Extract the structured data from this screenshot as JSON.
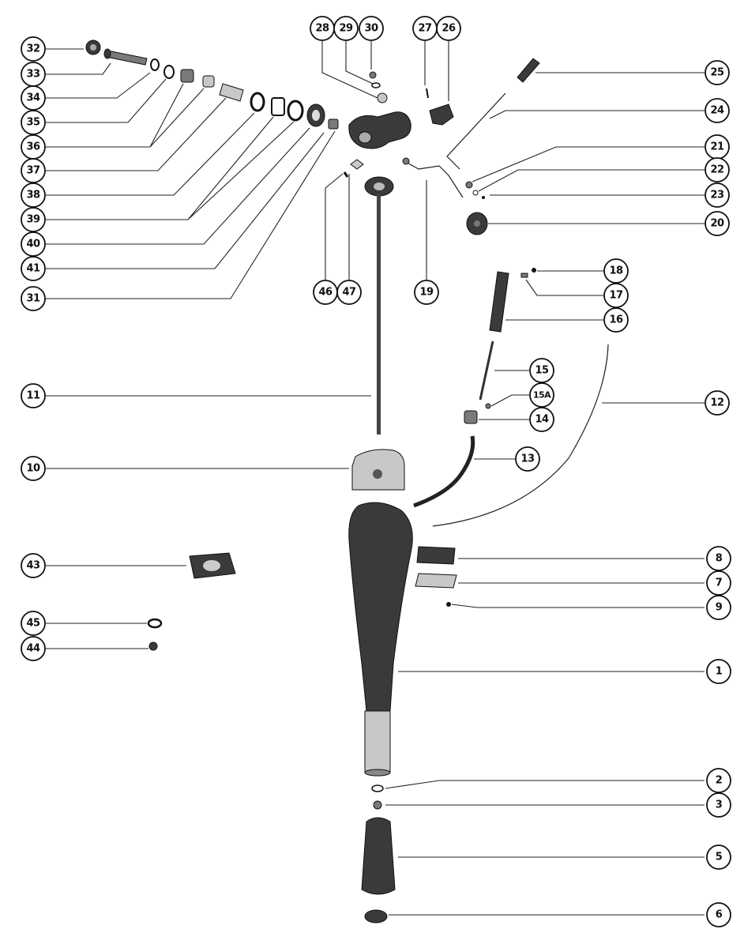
{
  "diagram": {
    "callouts": [
      {
        "id": "c32",
        "label": "32"
      },
      {
        "id": "c33",
        "label": "33"
      },
      {
        "id": "c34",
        "label": "34"
      },
      {
        "id": "c35",
        "label": "35"
      },
      {
        "id": "c36",
        "label": "36"
      },
      {
        "id": "c37",
        "label": "37"
      },
      {
        "id": "c38",
        "label": "38"
      },
      {
        "id": "c39",
        "label": "39"
      },
      {
        "id": "c40",
        "label": "40"
      },
      {
        "id": "c41",
        "label": "41"
      },
      {
        "id": "c31",
        "label": "31"
      },
      {
        "id": "c28",
        "label": "28"
      },
      {
        "id": "c29",
        "label": "29"
      },
      {
        "id": "c30",
        "label": "30"
      },
      {
        "id": "c27",
        "label": "27"
      },
      {
        "id": "c26",
        "label": "26"
      },
      {
        "id": "c25",
        "label": "25"
      },
      {
        "id": "c24",
        "label": "24"
      },
      {
        "id": "c21",
        "label": "21"
      },
      {
        "id": "c22",
        "label": "22"
      },
      {
        "id": "c23",
        "label": "23"
      },
      {
        "id": "c20",
        "label": "20"
      },
      {
        "id": "c46",
        "label": "46"
      },
      {
        "id": "c47",
        "label": "47"
      },
      {
        "id": "c19",
        "label": "19"
      },
      {
        "id": "c18",
        "label": "18"
      },
      {
        "id": "c17",
        "label": "17"
      },
      {
        "id": "c16",
        "label": "16"
      },
      {
        "id": "c15",
        "label": "15"
      },
      {
        "id": "c15A",
        "label": "15A"
      },
      {
        "id": "c14",
        "label": "14"
      },
      {
        "id": "c13",
        "label": "13"
      },
      {
        "id": "c12",
        "label": "12"
      },
      {
        "id": "c11",
        "label": "11"
      },
      {
        "id": "c10",
        "label": "10"
      },
      {
        "id": "c43",
        "label": "43"
      },
      {
        "id": "c45",
        "label": "45"
      },
      {
        "id": "c44",
        "label": "44"
      },
      {
        "id": "c8",
        "label": "8"
      },
      {
        "id": "c7",
        "label": "7"
      },
      {
        "id": "c9",
        "label": "9"
      },
      {
        "id": "c1",
        "label": "1"
      },
      {
        "id": "c2",
        "label": "2"
      },
      {
        "id": "c3",
        "label": "3"
      },
      {
        "id": "c5",
        "label": "5"
      },
      {
        "id": "c6",
        "label": "6"
      }
    ]
  }
}
